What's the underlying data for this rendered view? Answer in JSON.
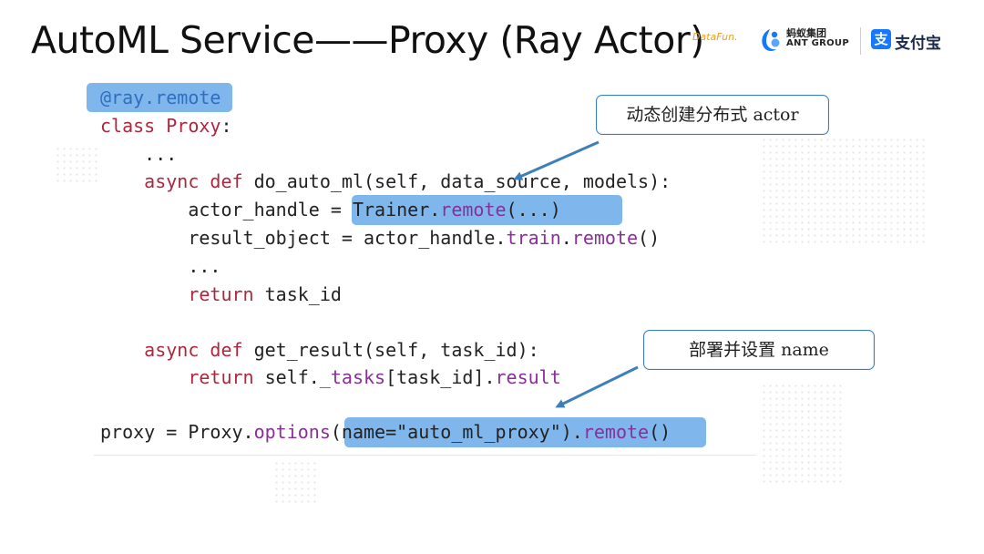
{
  "title": "AutoML Service——Proxy (Ray Actor)",
  "logos": {
    "datafun": "DataFun.",
    "ant_cn": "蚂蚁集团",
    "ant_en": "ANT GROUP",
    "alipay_mark": "支",
    "alipay_text": "支付宝"
  },
  "colors": {
    "highlight": "#7fb6ec",
    "callout_border": "#3c7fb9",
    "arrow": "#3c7fb9",
    "decorator": "#2f6fbf",
    "keyword": "#b0263c",
    "attribute": "#8a2f9a"
  },
  "code": {
    "lines": [
      [
        {
          "t": "@ray.",
          "c": "decor"
        },
        {
          "t": "remote",
          "c": "decor"
        }
      ],
      [
        {
          "t": "class ",
          "c": "kw"
        },
        {
          "t": "Proxy",
          "c": "cls"
        },
        {
          "t": ":",
          "c": "plain"
        }
      ],
      [
        {
          "t": "    ...",
          "c": "plain"
        }
      ],
      [
        {
          "t": "    ",
          "c": "plain"
        },
        {
          "t": "async def",
          "c": "kw"
        },
        {
          "t": " do_auto_ml(self, data_source, models):",
          "c": "plain"
        }
      ],
      [
        {
          "t": "        actor_handle = Trainer.",
          "c": "plain"
        },
        {
          "t": "remote",
          "c": "attr"
        },
        {
          "t": "(...)",
          "c": "plain"
        }
      ],
      [
        {
          "t": "        result_object = actor_handle.",
          "c": "plain"
        },
        {
          "t": "train",
          "c": "attr"
        },
        {
          "t": ".",
          "c": "plain"
        },
        {
          "t": "remote",
          "c": "attr"
        },
        {
          "t": "()",
          "c": "plain"
        }
      ],
      [
        {
          "t": "        ...",
          "c": "plain"
        }
      ],
      [
        {
          "t": "        ",
          "c": "plain"
        },
        {
          "t": "return",
          "c": "kw"
        },
        {
          "t": " task_id",
          "c": "plain"
        }
      ],
      [],
      [
        {
          "t": "    ",
          "c": "plain"
        },
        {
          "t": "async def",
          "c": "kw"
        },
        {
          "t": " get_result(self, task_id):",
          "c": "plain"
        }
      ],
      [
        {
          "t": "        ",
          "c": "plain"
        },
        {
          "t": "return",
          "c": "kw"
        },
        {
          "t": " self.",
          "c": "plain"
        },
        {
          "t": "_tasks",
          "c": "attr"
        },
        {
          "t": "[task_id].",
          "c": "plain"
        },
        {
          "t": "result",
          "c": "attr"
        }
      ],
      [],
      [
        {
          "t": "proxy = Proxy.",
          "c": "plain"
        },
        {
          "t": "options",
          "c": "attr"
        },
        {
          "t": "(name=\"auto_ml_proxy\").",
          "c": "plain"
        },
        {
          "t": "remote",
          "c": "attr"
        },
        {
          "t": "()",
          "c": "plain"
        }
      ]
    ]
  },
  "callouts": {
    "dynamic_actor": "动态创建分布式 actor",
    "deploy_name": "部署并设置 name"
  }
}
